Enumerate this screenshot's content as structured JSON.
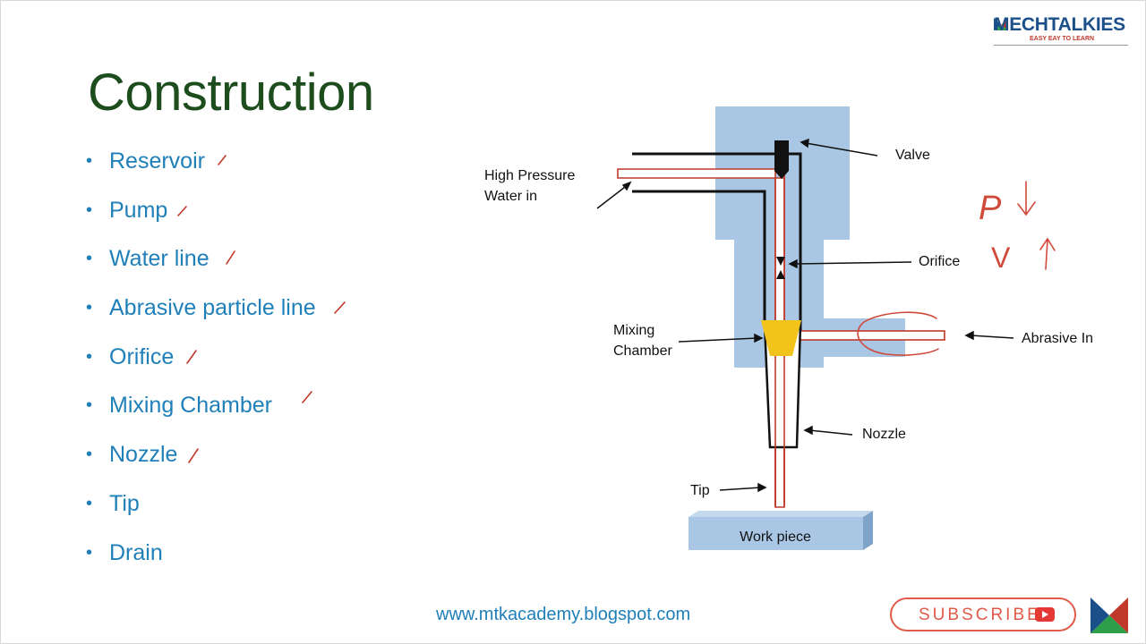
{
  "slide": {
    "title": "Construction",
    "bullets": [
      "Reservoir",
      "Pump",
      "Water line",
      "Abrasive particle line",
      "Orifice",
      "Mixing Chamber",
      "Nozzle",
      "Tip",
      "Drain"
    ],
    "website": "www.mtkacademy.blogspot.com"
  },
  "brand": {
    "name": "MECHTALKIES",
    "tagline": "EASY EAY TO LEARN"
  },
  "subscribe": {
    "label": "SUBSCRIBE"
  },
  "diagram": {
    "labels": {
      "high_pressure_line1": "High Pressure",
      "high_pressure_line2": "Water in",
      "valve": "Valve",
      "orifice": "Orifice",
      "mixing_line1": "Mixing",
      "mixing_line2": "Chamber",
      "abrasive_in": "Abrasive In",
      "nozzle": "Nozzle",
      "tip": "Tip",
      "work_piece": "Work piece"
    }
  },
  "handwriting": {
    "note_p": "P",
    "note_v": "V"
  },
  "colors": {
    "title": "#1d4d1d",
    "bullet_text": "#1f7fb8",
    "body_fill": "#a9c7e4",
    "pipe_red": "#c0392b",
    "mixing_chamber": "#f2c31b",
    "work_piece": "#a9c7e4",
    "subscribe": "#e05a4a"
  }
}
